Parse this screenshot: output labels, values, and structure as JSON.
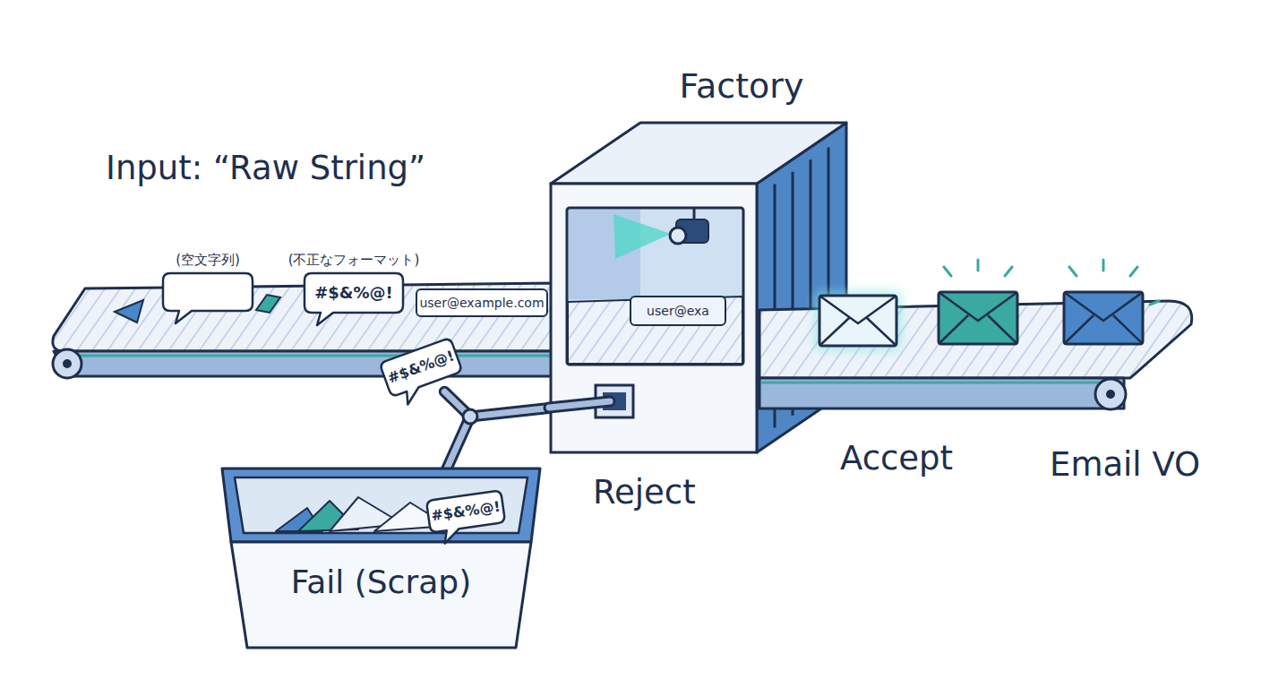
{
  "diagram": {
    "nodes": [
      {
        "text": [
          "(空文字列)"
        ]
      },
      {
        "text": [
          "(不正なフォーマット)",
          "#$&%@!"
        ]
      },
      {
        "text": [
          "user@example.com"
        ]
      },
      {
        "text": [
          "Factory"
        ]
      },
      {
        "text": [
          "user@exa"
        ],
        "in": 3
      },
      {
        "text": [
          "#$&%@!"
        ]
      },
      {
        "text": [
          "Fail (Scrap)"
        ]
      },
      {
        "text": [
          "#$&%@!"
        ],
        "in": 6
      }
    ],
    "edges": [
      {
        "from": 3,
        "to": 5,
        "arrow": "none"
      }
    ],
    "labels": [
      "Input: “Raw String”",
      "Reject",
      "Accept",
      "Email VO"
    ]
  }
}
